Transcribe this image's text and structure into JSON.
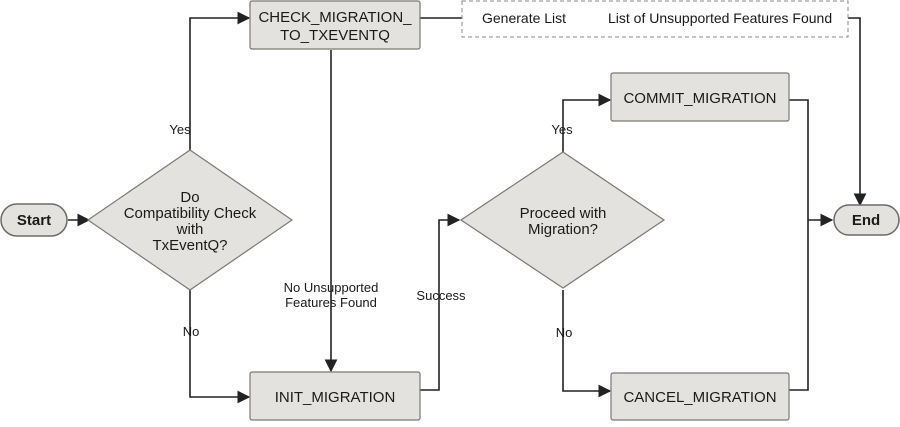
{
  "nodes": {
    "start": "Start",
    "end": "End",
    "compat_decision": [
      "Do",
      "Compatibility Check",
      "with",
      "TxEventQ?"
    ],
    "check_migration": [
      "CHECK_MIGRATION_",
      "TO_TXEVENTQ"
    ],
    "init_migration": "INIT_MIGRATION",
    "proceed_decision": [
      "Proceed with",
      "Migration?"
    ],
    "commit_migration": "COMMIT_MIGRATION",
    "cancel_migration": "CANCEL_MIGRATION"
  },
  "note": {
    "generate": "Generate List",
    "result": "List of Unsupported Features Found"
  },
  "edge_labels": {
    "yes_top": "Yes",
    "no_bottom": "No",
    "no_unsupported": [
      "No Unsupported",
      "Features Found"
    ],
    "success": "Success",
    "yes_commit": "Yes",
    "no_cancel": "No"
  },
  "colors": {
    "node_fill": "#e4e2de",
    "node_stroke": "#7c7974",
    "edge": "#222222"
  }
}
